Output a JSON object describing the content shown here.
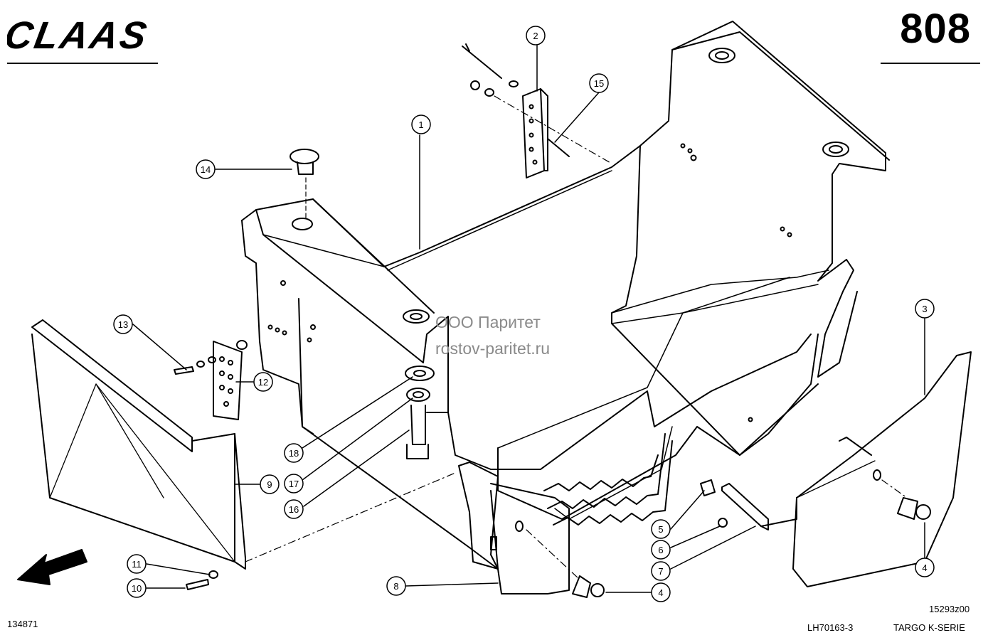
{
  "header": {
    "brand": "CLAAS",
    "page_number": "808"
  },
  "watermark": {
    "line1": "ООО Паритет",
    "line2": "rostov-paritet.ru"
  },
  "footer": {
    "left_code": "134871",
    "drawing_code": "15293z00",
    "doc_code": "LH70163-3",
    "series": "TARGO K-SERIE"
  },
  "callouts": [
    {
      "label": "1"
    },
    {
      "label": "2"
    },
    {
      "label": "15"
    },
    {
      "label": "14"
    },
    {
      "label": "13"
    },
    {
      "label": "12"
    },
    {
      "label": "3"
    },
    {
      "label": "18"
    },
    {
      "label": "17"
    },
    {
      "label": "9"
    },
    {
      "label": "16"
    },
    {
      "label": "5"
    },
    {
      "label": "6"
    },
    {
      "label": "7"
    },
    {
      "label": "4"
    },
    {
      "label": "4"
    },
    {
      "label": "8"
    },
    {
      "label": "11"
    },
    {
      "label": "10"
    }
  ]
}
